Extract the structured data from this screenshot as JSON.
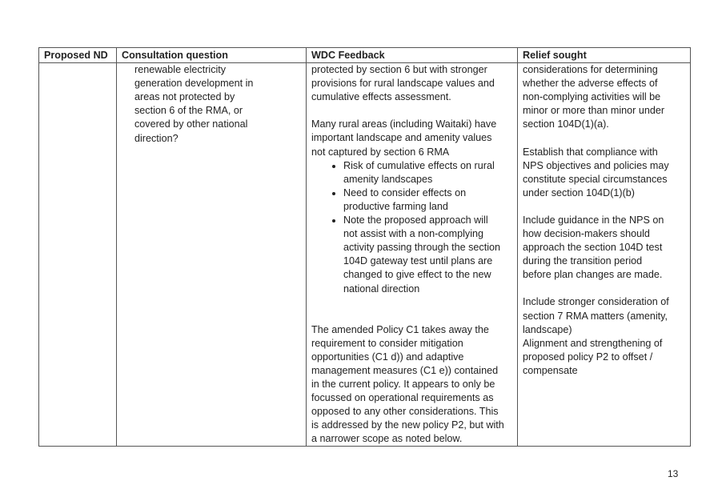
{
  "table": {
    "headers": [
      "Proposed ND",
      "Consultation question",
      "WDC Feedback",
      "Relief sought"
    ],
    "row": {
      "proposed_nd": "",
      "consultation_question": "renewable electricity\ngeneration development in\nareas not protected by\nsection 6 of the RMA, or\ncovered by other national\ndirection?",
      "feedback_p1": "protected by section 6 but with stronger\nprovisions for rural landscape values and\ncumulative effects assessment.",
      "feedback_p2": "Many rural areas (including Waitaki) have\nimportant landscape and amenity values\nnot captured by section 6 RMA",
      "feedback_bullets": [
        "Risk of cumulative effects on rural\namenity landscapes",
        "Need to consider effects on\nproductive farming land",
        "Note the proposed approach will\nnot assist with a non-complying\nactivity passing through the section\n104D gateway test until plans are\nchanged to give effect to the new\nnational direction"
      ],
      "feedback_p3": "The amended Policy C1 takes away the\nrequirement to consider mitigation\nopportunities (C1 d)) and adaptive\nmanagement measures (C1 e)) contained\nin the current policy. It appears to only be\nfocussed on operational requirements as\nopposed to any other considerations. This\nis addressed by the new policy P2, but with\na narrower scope as noted below.",
      "relief": [
        "considerations for determining\nwhether the adverse effects of\nnon-complying activities will be\nminor or more than minor under\nsection 104D(1)(a).",
        "Establish that compliance with\nNPS objectives and policies may\nconstitute special circumstances\nunder section 104D(1)(b)",
        "Include guidance in the NPS on\nhow decision-makers should\napproach the section 104D test\nduring the transition period\nbefore plan changes are made.",
        "Include stronger consideration of\nsection 7 RMA matters (amenity,\nlandscape)\nAlignment and strengthening of\nproposed policy P2 to offset /\ncompensate"
      ]
    }
  },
  "page_number": "13"
}
